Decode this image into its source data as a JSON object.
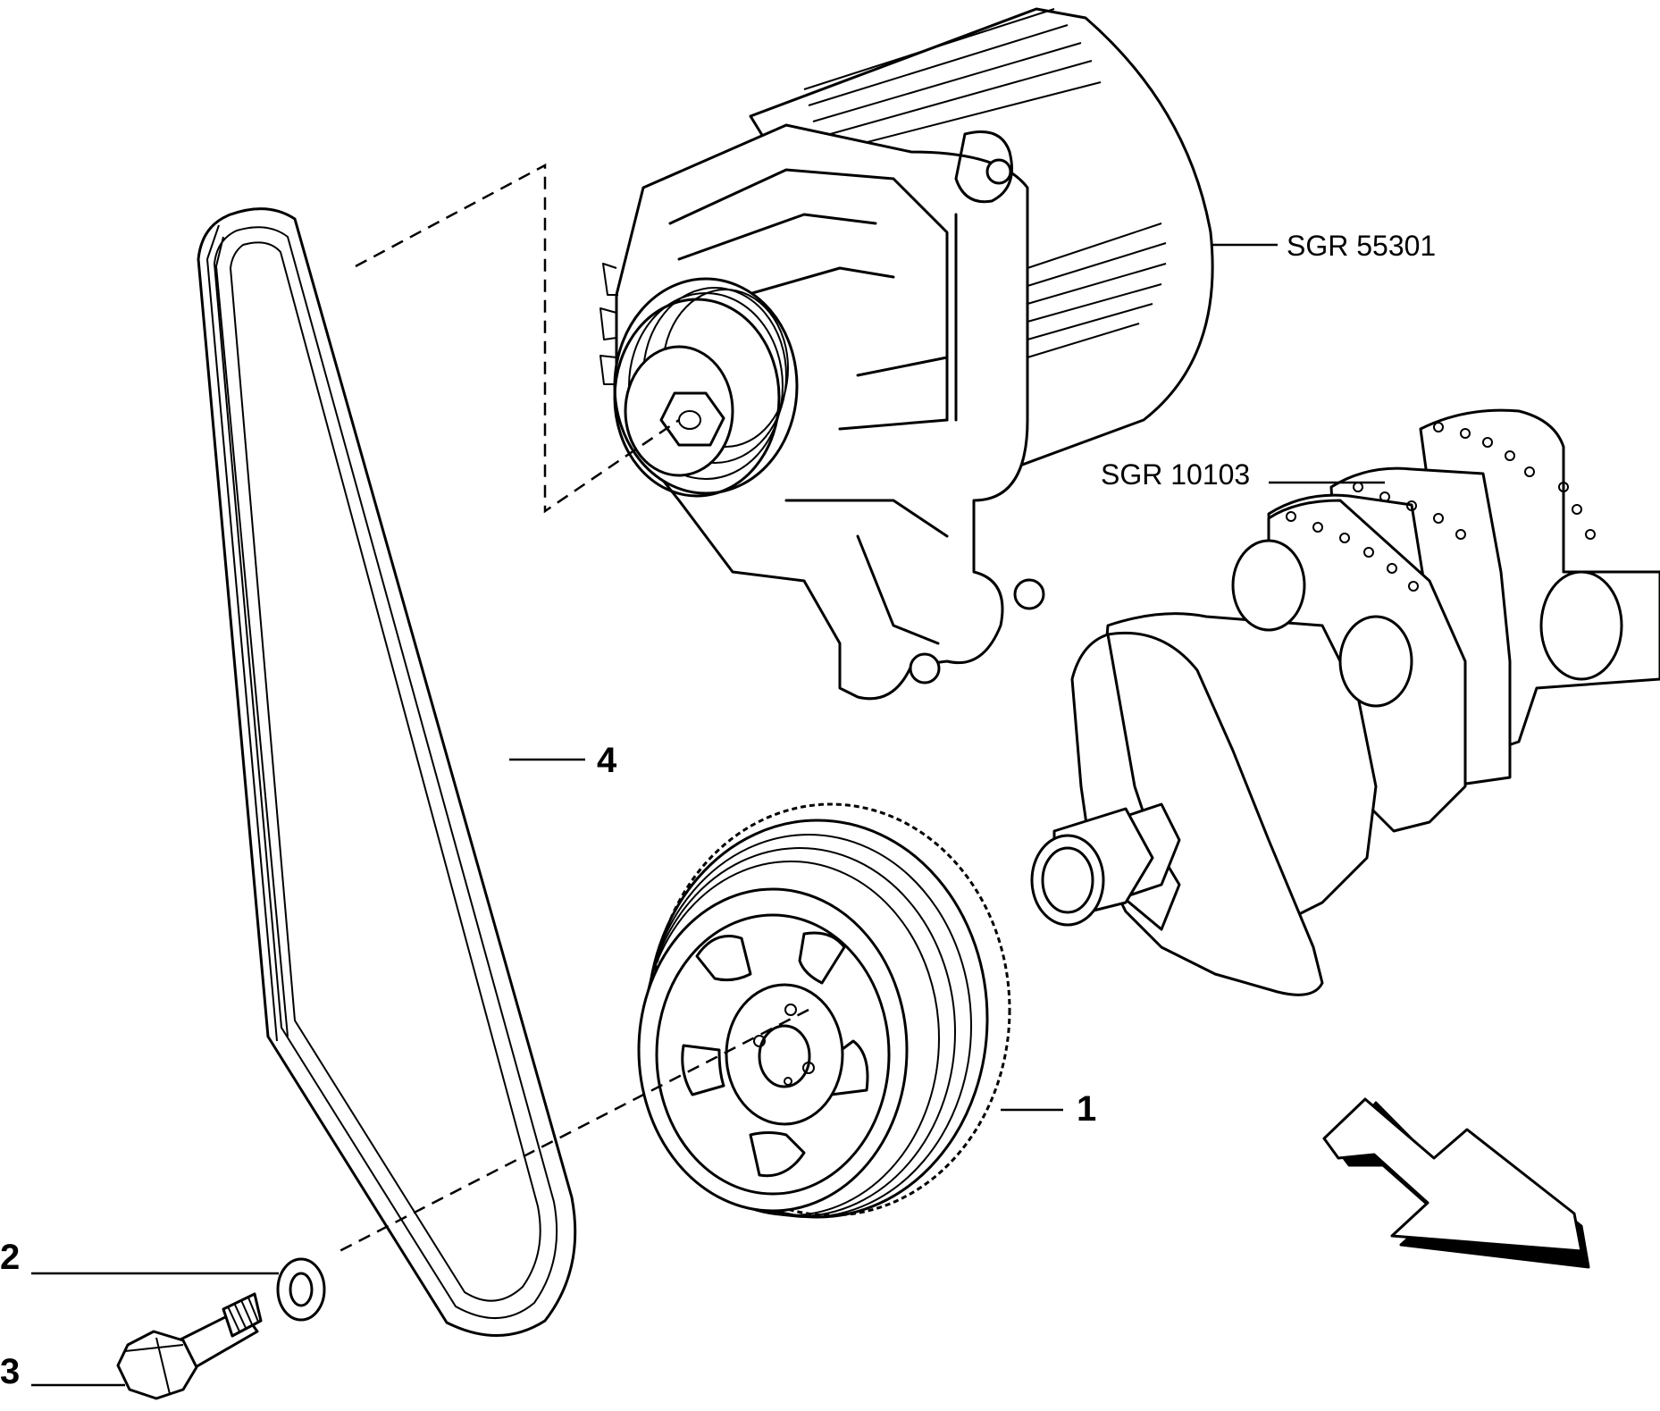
{
  "callouts": {
    "pulley": "1",
    "washer": "2",
    "bolt": "3",
    "belt": "4"
  },
  "references": {
    "alternator": "SGR 55301",
    "crankshaft": "SGR 10103"
  },
  "colors": {
    "line": "#000000",
    "background": "#ffffff"
  },
  "icons": {
    "direction": "front-direction-arrow-icon"
  }
}
